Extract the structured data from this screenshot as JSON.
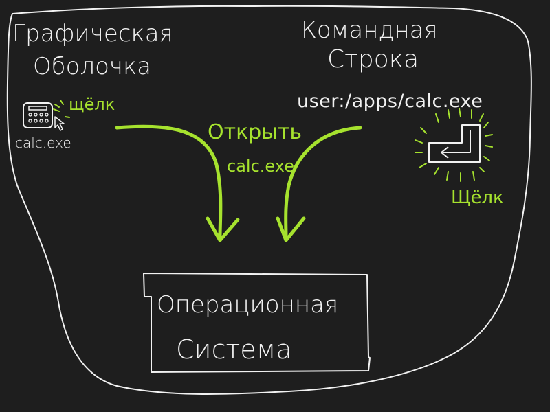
{
  "gui": {
    "title_line1": "Графическая",
    "title_line2": "Оболочка",
    "icon_filename": "calc.exe",
    "click_label": "щёлк"
  },
  "cli": {
    "title_line1": "Командная",
    "title_line2": "Строка",
    "command": "user:/apps/calc.exe",
    "click_label": "Щёлк"
  },
  "action": {
    "line1": "Открыть",
    "line2": "calc.exe"
  },
  "os": {
    "line1": "Операционная",
    "line2": "Система"
  },
  "colors": {
    "background": "#1e1e1e",
    "stroke": "#f2f2f2",
    "accent": "#a6e22e"
  },
  "icons": [
    "calculator-icon",
    "cursor-icon",
    "enter-key-icon",
    "arrow-down-icon"
  ]
}
